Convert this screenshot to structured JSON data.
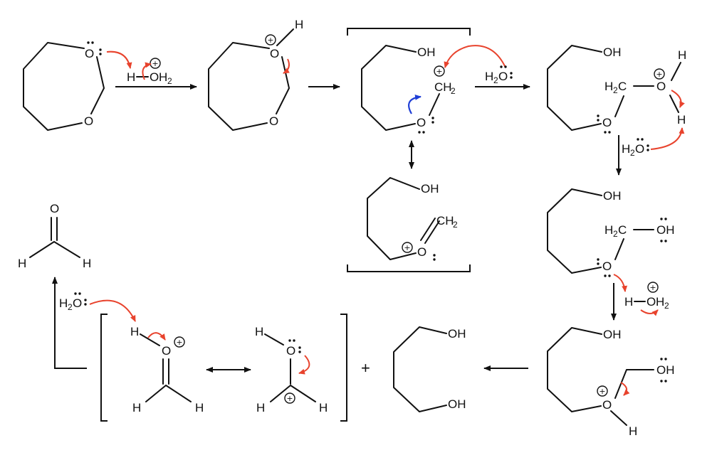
{
  "colors": {
    "ink": "#111111",
    "electron_arrow_red": "#e8432d",
    "electron_arrow_blue": "#1f3fd6"
  },
  "atoms": {
    "oxygen": "O",
    "hydrogen": "H",
    "ch2": "CH",
    "h2c": "H",
    "h2c_c": "C",
    "hydroxyl": "OH",
    "h2": "H",
    "o": "O",
    "subscript_2": "2",
    "positive_charge": "+",
    "plus": "+"
  },
  "icons": {
    "charge": "circled-plus",
    "lone_pair": "two-dots",
    "electron_arrow": "curved-arrow",
    "reaction_arrow": "straight-arrow",
    "resonance_arrow": "double-headed-arrow"
  }
}
